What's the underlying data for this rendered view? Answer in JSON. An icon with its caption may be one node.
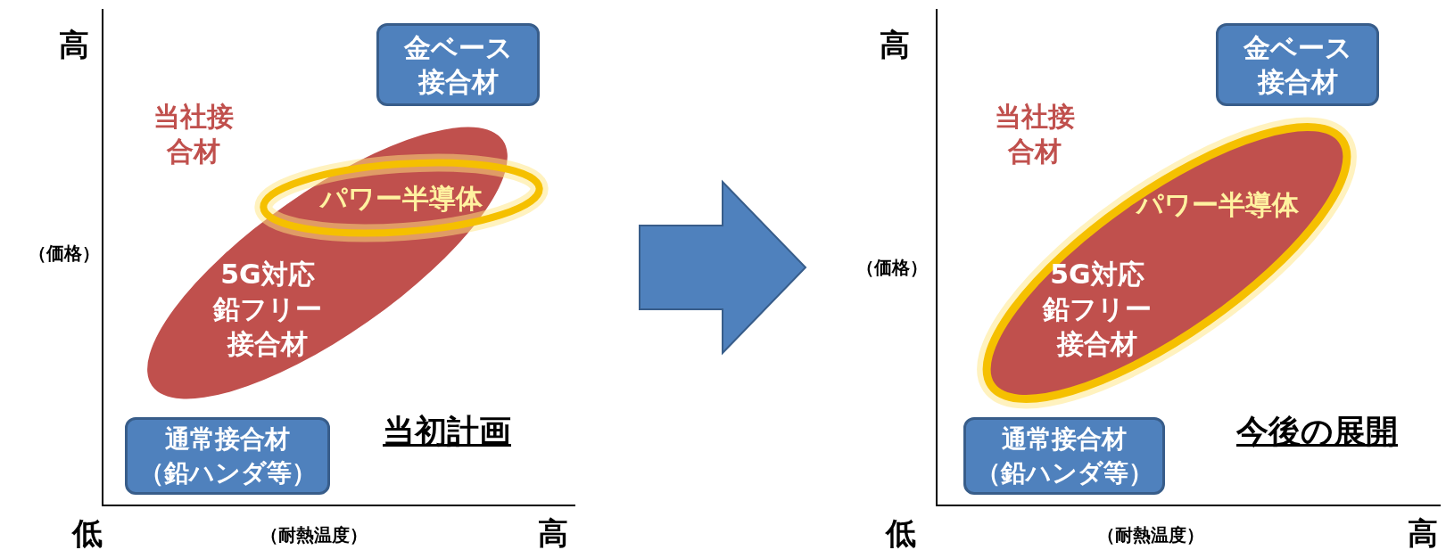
{
  "diagram": {
    "nodes": [
      {
        "text": [
          "当初計画"
        ]
      },
      {
        "text": [
          "金ベース接合材"
        ],
        "in": 0
      },
      {
        "text": [
          "5G対応鉛フリー接合材"
        ],
        "in": 0
      },
      {
        "text": [
          "パワー半導体"
        ],
        "in": 0
      },
      {
        "text": [
          "通常接合材",
          "（鉛ハンダ等）"
        ],
        "in": 0
      },
      {
        "text": [
          "今後の展開"
        ]
      },
      {
        "text": [
          "金ベース接合材"
        ],
        "in": 5
      },
      {
        "text": [
          "パワー半導体",
          "5G対応鉛フリー接合材"
        ],
        "in": 5
      },
      {
        "text": [
          "通常接合材",
          "（鉛ハンダ等）"
        ],
        "in": 5
      }
    ],
    "edges": [
      {
        "from": 0,
        "to": 5,
        "arrow": "to"
      }
    ],
    "labels": [
      "高",
      "（価格）",
      "当社接合材",
      "低",
      "（耐熱温度）",
      "高",
      "高",
      "（価格）",
      "当社接合材",
      "低",
      "（耐熱温度）",
      "高"
    ]
  }
}
